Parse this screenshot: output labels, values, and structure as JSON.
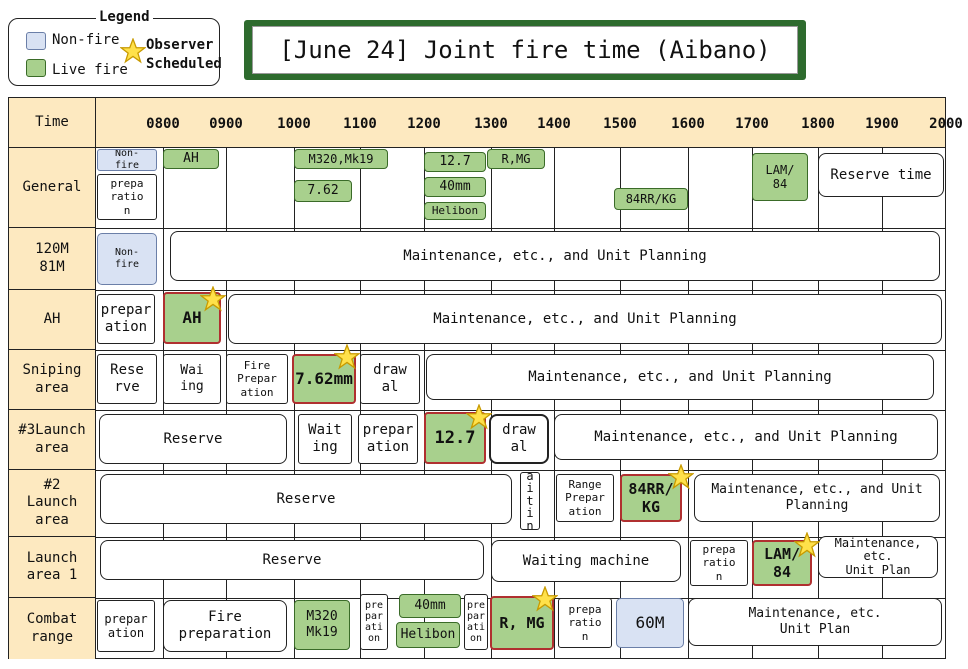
{
  "legend": {
    "title": "Legend",
    "non_fire": "Non-fire",
    "live_fire": "Live fire",
    "observer_line1": "Observer",
    "observer_line2": "Scheduled"
  },
  "title": "[June 24] Joint fire time (Aibano)",
  "time_header": {
    "label": "Time",
    "ticks": [
      "0800",
      "0900",
      "1000",
      "1100",
      "1200",
      "1300",
      "1400",
      "1500",
      "1600",
      "1700",
      "1800",
      "1900",
      "2000"
    ]
  },
  "rows": [
    {
      "label": "General"
    },
    {
      "label": "120M\n81M"
    },
    {
      "label": "AH"
    },
    {
      "label": "Sniping\narea"
    },
    {
      "label": "#3Launch\narea"
    },
    {
      "label": "#2\nLaunch\narea"
    },
    {
      "label": "Launch\narea 1"
    },
    {
      "label": "Combat\nrange"
    }
  ],
  "blocks": {
    "gen_nonfire": "Non-\nfire",
    "gen_prep": "prepa\nratio\nn",
    "gen_ah": "AH",
    "gen_m320": "M320,Mk19",
    "gen_762": "7.62",
    "gen_127": "12.7",
    "gen_40mm": "40mm",
    "gen_helibon": "Helibon",
    "gen_rmg": "R,MG",
    "gen_84rr": "84RR/KG",
    "gen_lam": "LAM/\n84",
    "gen_reserve_time": "Reserve time",
    "m120_nonfire": "Non-\nfire",
    "m120_maint": "Maintenance, etc., and Unit Planning",
    "ah_prep": "prepar\nation",
    "ah_ah": "AH",
    "ah_maint": "Maintenance, etc., and Unit Planning",
    "sn_reserve": "Rese\nrve",
    "sn_waiting": "Wai\ning",
    "sn_fire_prep": "Fire\nPrepar\nation",
    "sn_762": "7.62mm",
    "sn_withdrawal": "draw\nal",
    "sn_maint": "Maintenance, etc., and Unit Planning",
    "l3_reserve": "Reserve",
    "l3_waiting": "Wait\ning",
    "l3_prep": "prepar\nation",
    "l3_127": "12.7",
    "l3_withdrawal": "draw\nal",
    "l3_maint": "Maintenance, etc., and Unit Planning",
    "l2_reserve": "Reserve",
    "l2_waiting_vert": "a\ni\nt\ni\nn",
    "l2_range_prep": "Range\nPrepar\nation",
    "l2_84rr": "84RR/\nKG",
    "l2_maint": "Maintenance, etc., and Unit\nPlanning",
    "l1_reserve": "Reserve",
    "l1_waiting_machine": "Waiting machine",
    "l1_prep": "prepa\nratio\nn",
    "l1_lam": "LAM/\n84",
    "l1_maint": "Maintenance,\netc.\nUnit Plan",
    "cr_prep": "prepar\nation",
    "cr_fire_prep": "Fire\npreparation",
    "cr_m320": "M320\nMk19",
    "cr_prep2": "pre\npar\nati\non",
    "cr_40mm": "40mm",
    "cr_helibon": "Helibon",
    "cr_prep3": "pre\npar\nati\non",
    "cr_rmg": "R, MG",
    "cr_prep4": "prepa\nratio\nn",
    "cr_60m": "60M",
    "cr_maint": "Maintenance, etc.\nUnit Plan"
  },
  "colors": {
    "live_fire": "#a8d08d",
    "non_fire": "#d9e2f3",
    "label_bg": "#fde9c0",
    "observer_border": "#b03030",
    "star": "#ffe14a",
    "title_frame": "#2e6b2e"
  }
}
